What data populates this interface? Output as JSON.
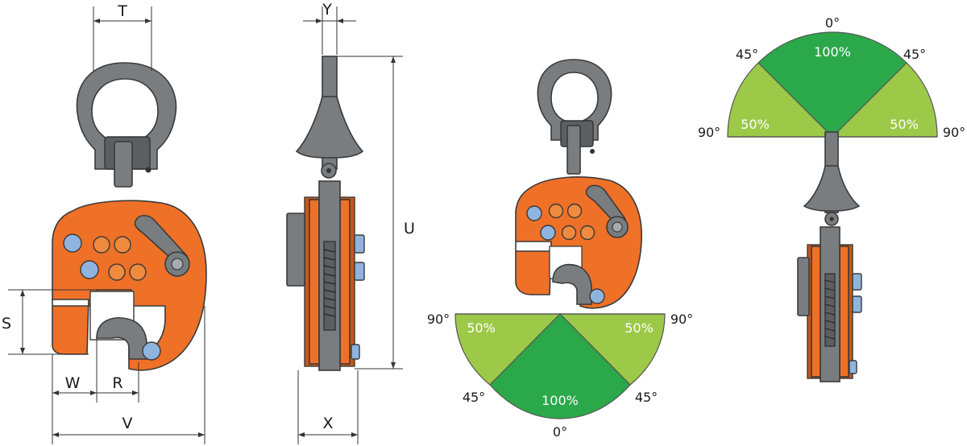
{
  "dimensions": {
    "T": "T",
    "Y": "Y",
    "U": "U",
    "S": "S",
    "W": "W",
    "R": "R",
    "V": "V",
    "X": "X"
  },
  "load_diagram_lower": {
    "center_label": "100%",
    "left_label": "50%",
    "right_label": "50%",
    "angle_top_left": "90°",
    "angle_top_right": "90°",
    "angle_mid_left": "45°",
    "angle_mid_right": "45°",
    "angle_bottom": "0°",
    "colors": {
      "full": "#2ba84a",
      "half": "#9cc947"
    }
  },
  "load_diagram_upper": {
    "center_label": "100%",
    "left_label": "50%",
    "right_label": "50%",
    "angle_top": "0°",
    "angle_mid_left": "45°",
    "angle_mid_right": "45°",
    "angle_left": "90°",
    "angle_right": "90°",
    "colors": {
      "full": "#2ba84a",
      "half": "#9cc947"
    }
  },
  "colors": {
    "body": "#ee7127",
    "steel": "#7a7d80",
    "pin": "#8fb4e0"
  }
}
